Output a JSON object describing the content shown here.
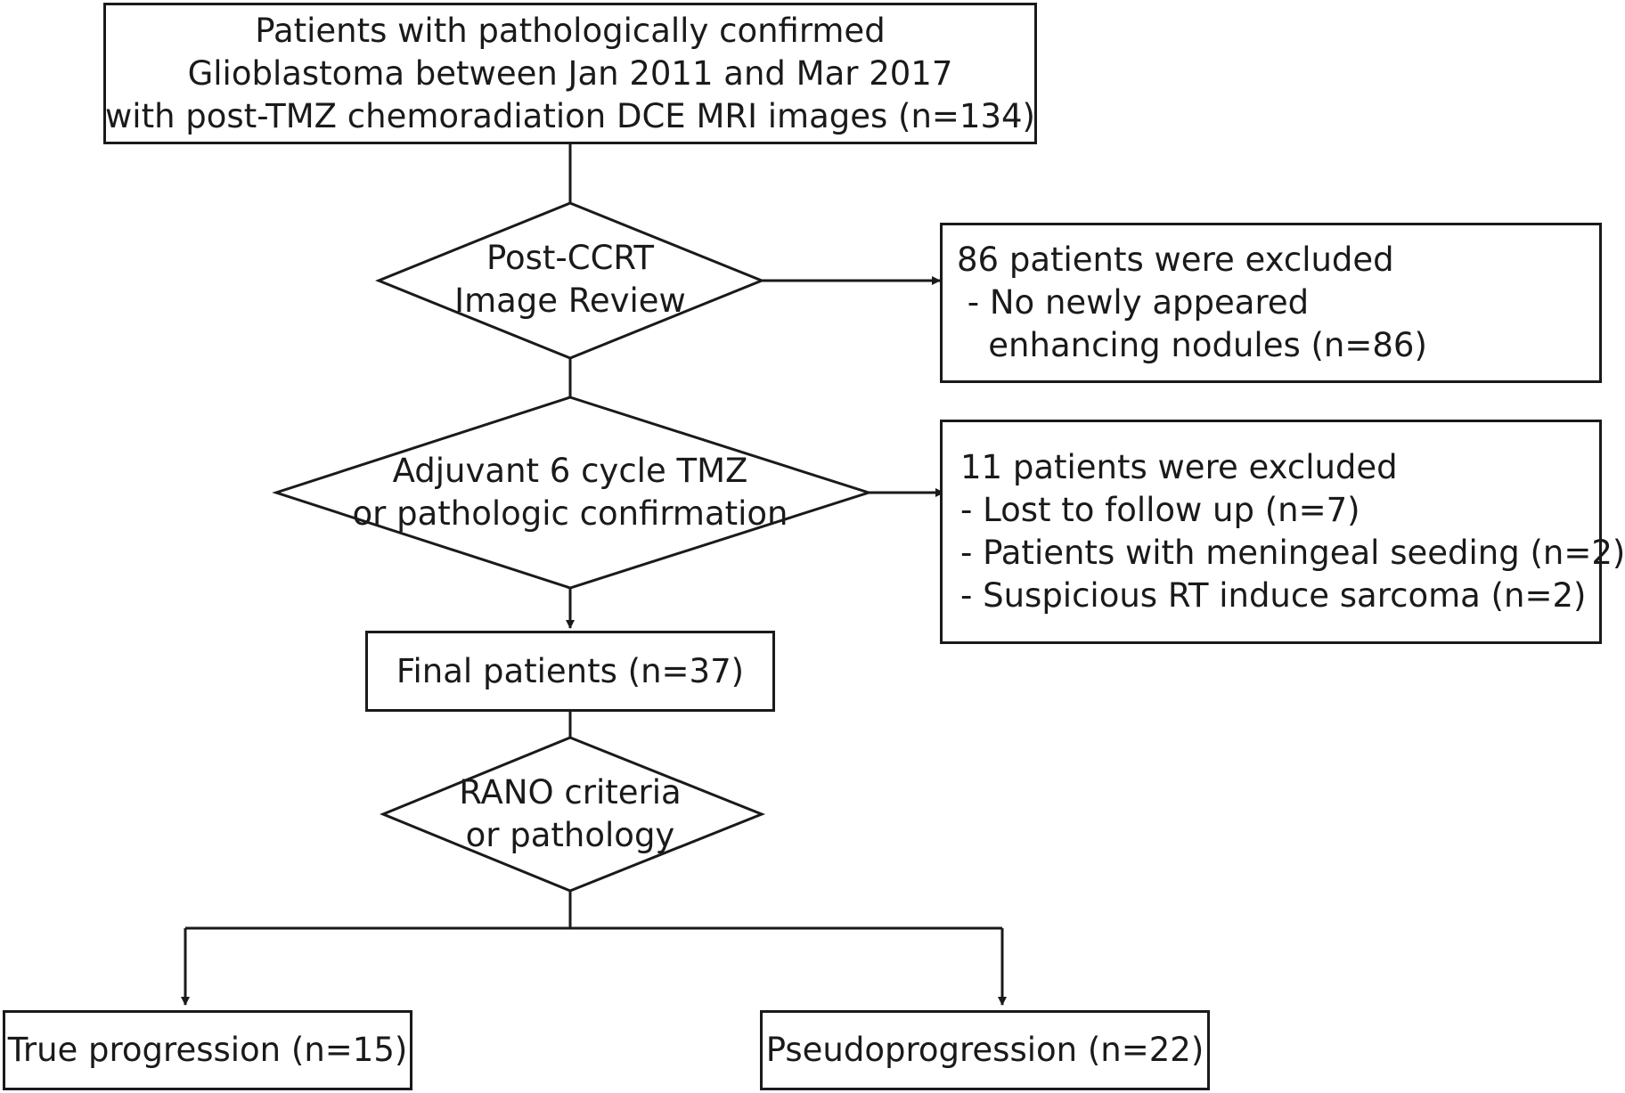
{
  "start_box": {
    "lines": [
      "Patients with pathologically confirmed",
      "Glioblastoma between Jan 2011 and Mar 2017",
      "with post-TMZ chemoradiation DCE MRI images (n=134)"
    ]
  },
  "decision_review": {
    "lines": [
      "Post-CCRT",
      "Image Review"
    ]
  },
  "exclusion_1": {
    "lines": [
      "86 patients were excluded",
      " - No newly appeared",
      "   enhancing nodules (n=86)"
    ]
  },
  "decision_adjuvant": {
    "lines": [
      "Adjuvant 6 cycle TMZ",
      "or pathologic confirmation"
    ]
  },
  "exclusion_2": {
    "lines": [
      "11 patients were excluded",
      "- Lost to follow up (n=7)",
      "- Patients with meningeal seeding (n=2)",
      "- Suspicious RT induce sarcoma (n=2)"
    ]
  },
  "final_box": {
    "label": "Final patients (n=37)"
  },
  "decision_rano": {
    "lines": [
      "RANO criteria",
      "or pathology"
    ]
  },
  "outcome_true": {
    "label": "True progression (n=15)"
  },
  "outcome_pseudo": {
    "label": "Pseudoprogression (n=22)"
  }
}
